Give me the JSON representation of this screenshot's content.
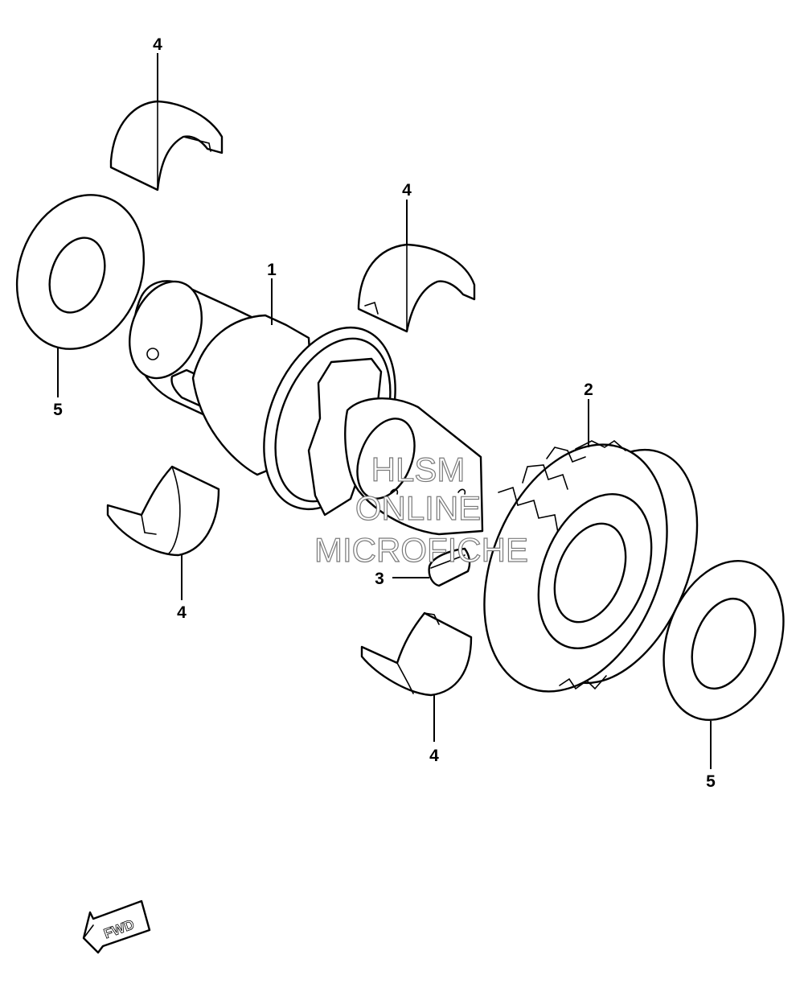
{
  "callouts": {
    "shaft": "1",
    "gear": "2",
    "key": "3",
    "bearing_top_left": "4",
    "bearing_top_right": "4",
    "bearing_bottom_left": "4",
    "bearing_bottom_right": "4",
    "washer_left": "5",
    "washer_right": "5"
  },
  "watermark": {
    "line1": "HLSM",
    "line2": "ONLINE",
    "line3": "MICROFICHE"
  },
  "direction_marker": {
    "label": "FWD",
    "icon": "forward-arrow-icon"
  },
  "colors": {
    "line": "#000000",
    "background": "#ffffff",
    "watermark_outline": "#7a7a7a"
  }
}
